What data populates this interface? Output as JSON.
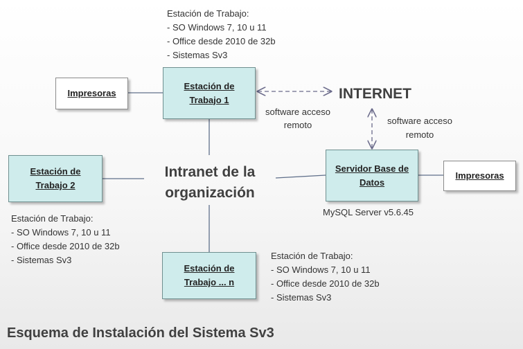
{
  "title": "Esquema de Instalación del Sistema Sv3",
  "center_label": [
    "Intranet de la",
    "organización"
  ],
  "internet_label": "INTERNET",
  "nodes": {
    "ws1": "Estación de Trabajo 1",
    "ws2": "Estación de Trabajo 2",
    "wsn": "Estación de Trabajo ... n",
    "server": "Servidor Base de Datos",
    "printer_left": "Impresoras",
    "printer_right": "Impresoras"
  },
  "server_caption": "MySQL Server v5.6.45",
  "remote_access_labels": {
    "ws1": [
      "software acceso",
      "remoto"
    ],
    "server": [
      "software acceso",
      "remoto"
    ]
  },
  "notes": {
    "ws1": [
      "Estación de Trabajo:",
      "- SO Windows 7, 10 u 11",
      "- Office desde 2010 de 32b",
      "- Sistemas Sv3"
    ],
    "ws2": [
      "Estación de Trabajo:",
      "- SO Windows 7, 10 u 11",
      "- Office desde 2010 de 32b",
      "- Sistemas Sv3"
    ],
    "wsn": [
      "Estación de Trabajo:",
      "- SO Windows 7, 10 u 11",
      "- Office desde 2010 de 32b",
      "- Sistemas Sv3"
    ]
  },
  "colors": {
    "station_fill": "#cfecec",
    "line": "#5f6f8a",
    "dashed_arrow": "#6a6a8a",
    "text": "#333333"
  }
}
